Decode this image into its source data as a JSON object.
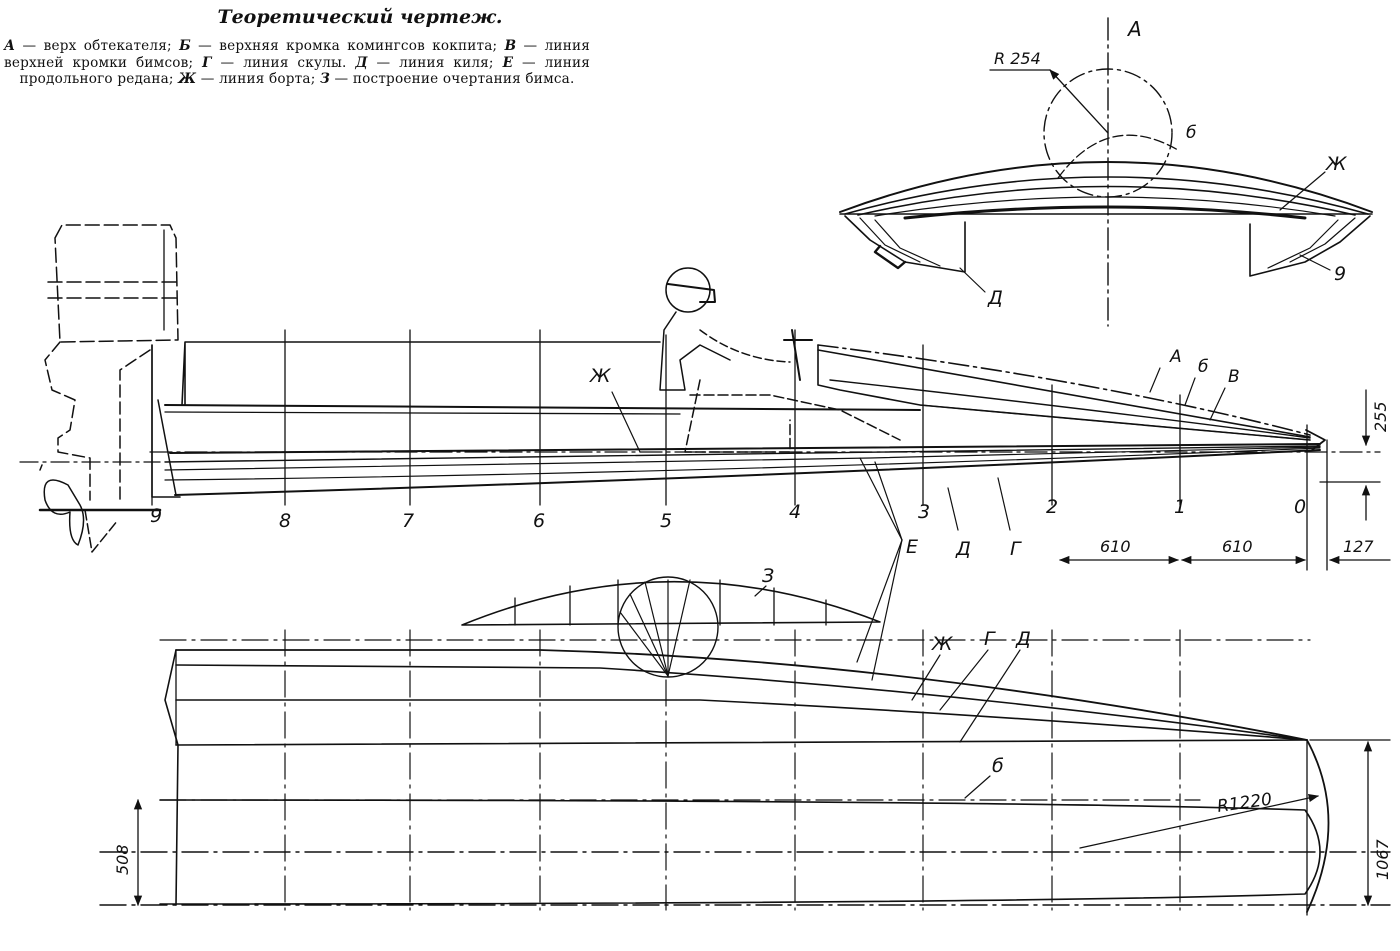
{
  "title": "Теоретический чертеж.",
  "legend": [
    {
      "key": "А",
      "text": " — верх обтекателя; "
    },
    {
      "key": "Б",
      "text": " — верхняя кромка комингсов кокпита; "
    },
    {
      "key": "В",
      "text": " — линия верхней кромки бимсов; "
    },
    {
      "key": "Г",
      "text": " — линия скулы. "
    },
    {
      "key": "Д",
      "text": " — линия киля; "
    },
    {
      "key": "Е",
      "text": " — линия продольного редана; "
    },
    {
      "key": "Ж",
      "text": " — линия борта; "
    },
    {
      "key": "З",
      "text": " — построение очертания бимса."
    }
  ],
  "stations": [
    "9",
    "8",
    "7",
    "6",
    "5",
    "4",
    "3",
    "2",
    "1",
    "0"
  ],
  "dimensions": {
    "station_spacing_1": "610",
    "station_spacing_2": "610",
    "bow_overhang": "127",
    "bow_height": "255",
    "plan_width": "1067",
    "fairing_width": "508",
    "bow_radius": "R1220",
    "fairing_radius": "R 254"
  },
  "labels": {
    "a_top": "А",
    "b_top": "б",
    "zh_section": "Ж",
    "d_section": "Д",
    "z_section": "9",
    "a_profile": "А",
    "b_profile": "б",
    "v_profile": "В",
    "zh_profile": "Ж",
    "e_profile": "Е",
    "d_profile": "Д",
    "g_profile": "Г",
    "z_beam": "З",
    "zh_plan": "Ж",
    "g_plan": "Г",
    "d_plan": "Д",
    "b_plan": "б"
  }
}
